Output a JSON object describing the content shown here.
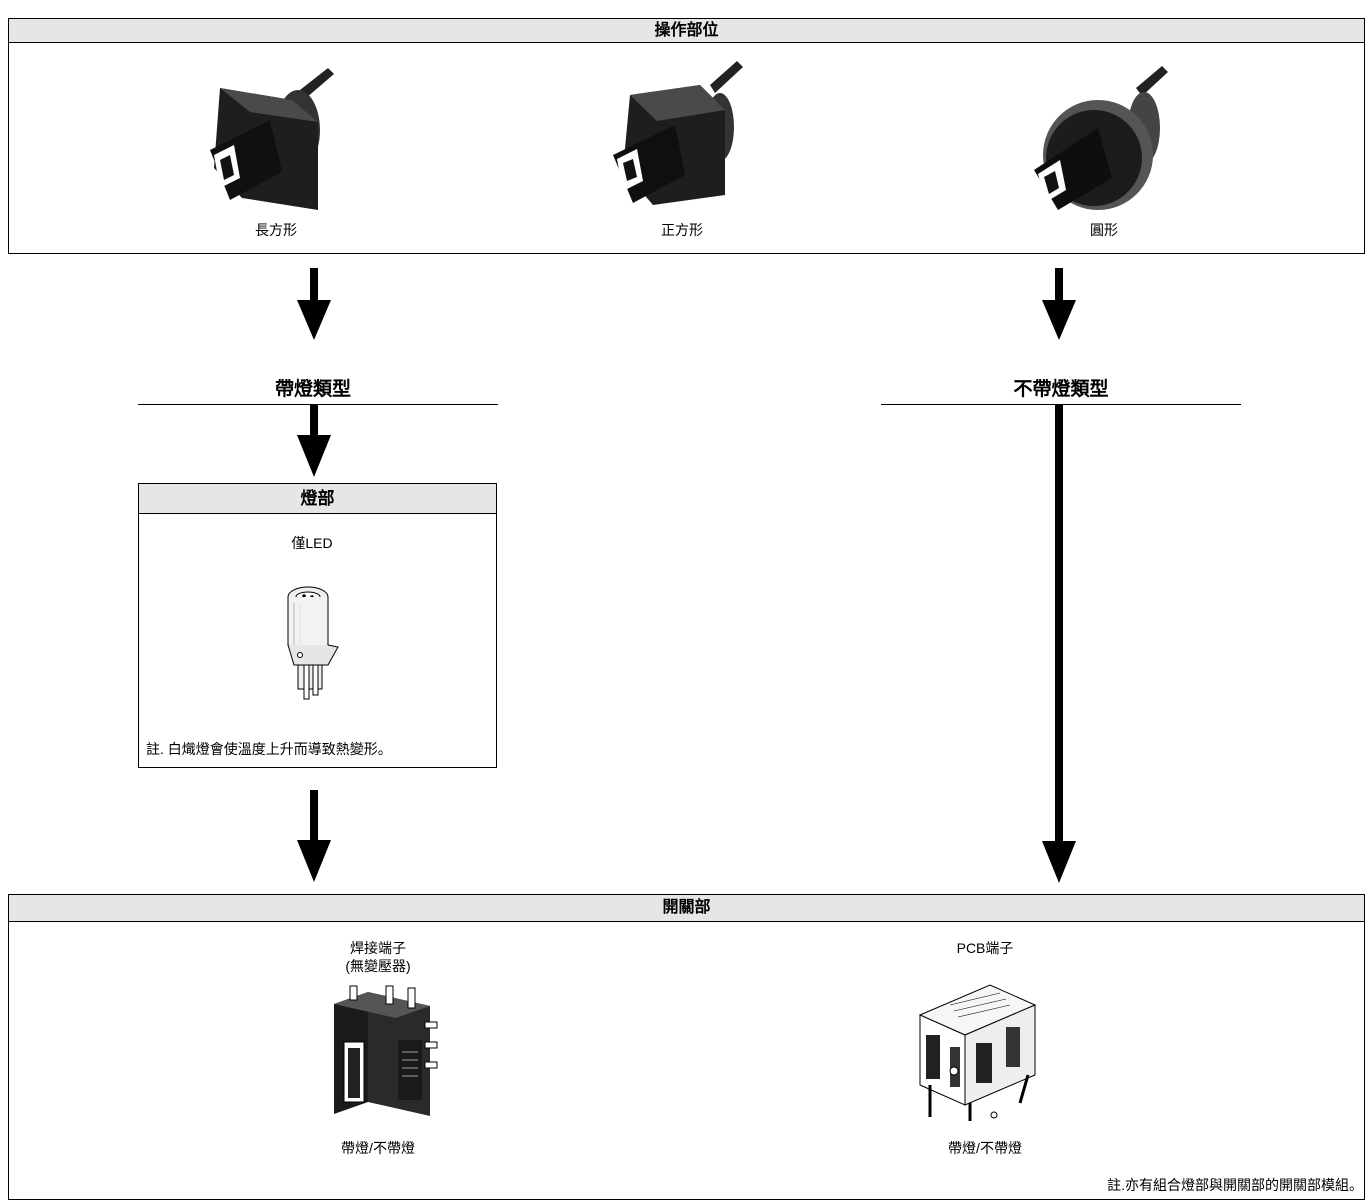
{
  "operation": {
    "title": "操作部位",
    "items": [
      {
        "label": "長方形"
      },
      {
        "label": "正方形"
      },
      {
        "label": "圓形"
      }
    ]
  },
  "lit_type": {
    "title": "帶燈類型"
  },
  "unlit_type": {
    "title": "不帶燈類型"
  },
  "lamp": {
    "title": "燈部",
    "subtitle": "僅LED",
    "note": "註. 白熾燈會使溫度上升而導致熱變形。"
  },
  "switch": {
    "title": "開關部",
    "solder": {
      "title_line1": "焊接端子",
      "title_line2": "(無變壓器)",
      "caption": "帶燈/不帶燈"
    },
    "pcb": {
      "title": "PCB端子",
      "caption": "帶燈/不帶燈"
    },
    "note": "註.亦有組合燈部與開關部的開關部模組。"
  }
}
